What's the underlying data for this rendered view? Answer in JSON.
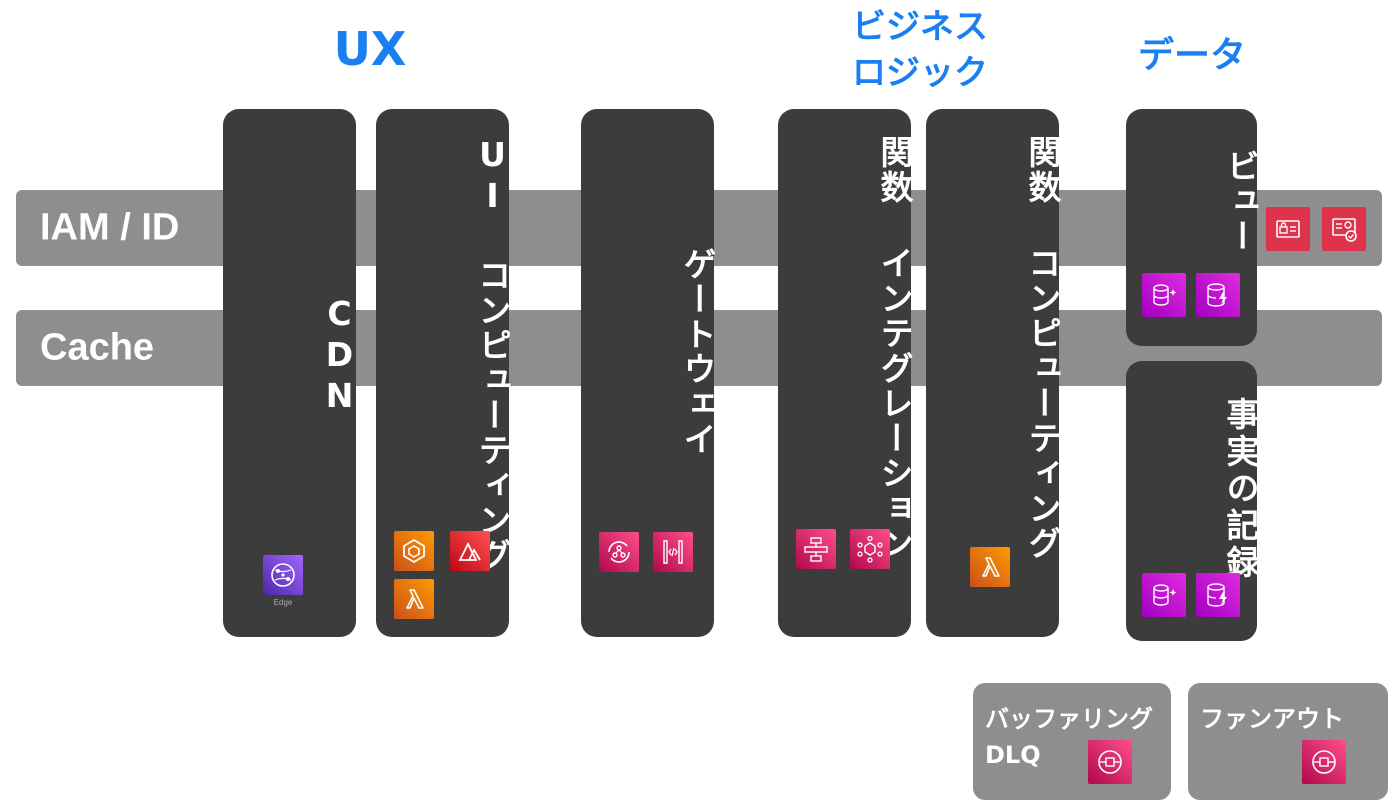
{
  "headings": {
    "ux": "UX",
    "business_line1": "ビジネス",
    "business_line2": "ロジック",
    "data": "データ"
  },
  "bands": {
    "iam": "IAM / ID",
    "cache": "Cache"
  },
  "columns": {
    "cdn": "CDN",
    "ui_computing": "UI コンピューティング",
    "gateway": "ゲートウェイ",
    "function_integration": "関数 インテグレーション",
    "function_computing": "関数 コンピューティング",
    "view": "ビュー",
    "record_of_fact": "事実の記録"
  },
  "captions": {
    "edge": "Edge"
  },
  "boxes": {
    "buffering_title": "バッファリング",
    "buffering_sub": "DLQ",
    "fanout_title": "ファンアウト"
  },
  "colors": {
    "accent_blue": "#1a7ff0",
    "column_dark": "#3c3c3c",
    "band_gray": "#8e8e8e"
  },
  "icons": {
    "cdn": [
      "cloudfront-icon"
    ],
    "ui_computing": [
      "ecs-icon",
      "amplify-icon",
      "lambda-icon"
    ],
    "gateway": [
      "appsync-icon",
      "api-gateway-icon"
    ],
    "function_integration": [
      "step-functions-icon",
      "eventbridge-icon"
    ],
    "function_computing": [
      "lambda-icon"
    ],
    "view": [
      "database-sparkle-icon",
      "dynamodb-icon"
    ],
    "record_of_fact": [
      "database-sparkle-icon",
      "dynamodb-icon"
    ],
    "iam": [
      "identity-card-lock-icon",
      "certificate-manager-icon"
    ],
    "buffering": [
      "sqs-icon"
    ],
    "fanout": [
      "sns-icon"
    ]
  }
}
